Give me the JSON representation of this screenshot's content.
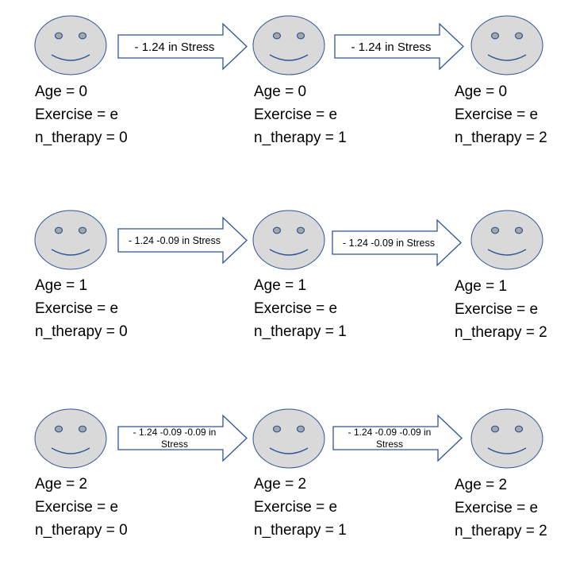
{
  "colors": {
    "face_fill": "#d9d9d9",
    "outline": "#2e5597",
    "eye_fill": "#a6a6a6",
    "arrow_fill": "#ffffff",
    "text": "#000000"
  },
  "rows": [
    {
      "states": [
        {
          "age": "Age = 0",
          "exercise": "Exercise = e",
          "therapy": "n_therapy = 0"
        },
        {
          "age": "Age = 0",
          "exercise": "Exercise = e",
          "therapy": "n_therapy = 1"
        },
        {
          "age": "Age = 0",
          "exercise": "Exercise = e",
          "therapy": "n_therapy = 2"
        }
      ],
      "transitions": [
        {
          "lines": [
            "- 1.24 in Stress"
          ]
        },
        {
          "lines": [
            "- 1.24 in Stress"
          ]
        }
      ]
    },
    {
      "states": [
        {
          "age": "Age = 1",
          "exercise": "Exercise = e",
          "therapy": "n_therapy = 0"
        },
        {
          "age": "Age = 1",
          "exercise": "Exercise = e",
          "therapy": "n_therapy = 1"
        },
        {
          "age": "Age = 1",
          "exercise": "Exercise = e",
          "therapy": "n_therapy = 2"
        }
      ],
      "transitions": [
        {
          "lines": [
            "- 1.24 -0.09 in Stress"
          ]
        },
        {
          "lines": [
            "- 1.24 -0.09 in Stress"
          ]
        }
      ]
    },
    {
      "states": [
        {
          "age": "Age = 2",
          "exercise": "Exercise = e",
          "therapy": "n_therapy = 0"
        },
        {
          "age": "Age = 2",
          "exercise": "Exercise = e",
          "therapy": "n_therapy = 1"
        },
        {
          "age": "Age = 2",
          "exercise": "Exercise = e",
          "therapy": "n_therapy = 2"
        }
      ],
      "transitions": [
        {
          "lines": [
            "- 1.24 -0.09 -0.09 in",
            "Stress"
          ]
        },
        {
          "lines": [
            "- 1.24 -0.09 -0.09 in",
            "Stress"
          ]
        }
      ]
    }
  ]
}
